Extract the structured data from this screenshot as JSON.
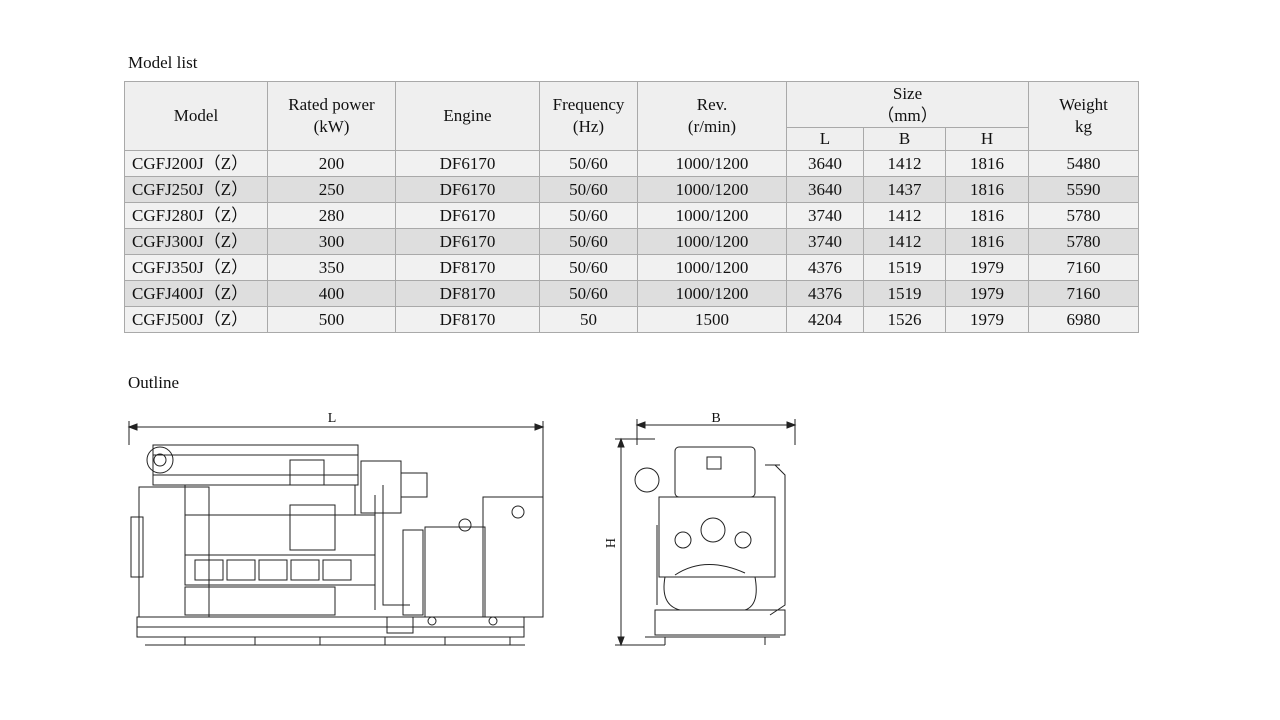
{
  "sections": {
    "model_list": "Model list",
    "outline": "Outline"
  },
  "table": {
    "headers": {
      "model": "Model",
      "rated_power": "Rated power",
      "rated_power_unit": "(kW)",
      "engine": "Engine",
      "frequency": "Frequency",
      "frequency_unit": "(Hz)",
      "rev": "Rev.",
      "rev_unit": "(r/min)",
      "size": "Size",
      "size_unit": "（mm）",
      "size_l": "L",
      "size_b": "B",
      "size_h": "H",
      "weight": "Weight",
      "weight_unit": "kg"
    },
    "rows": [
      {
        "model": "CGFJ200J（Z）",
        "power": "200",
        "engine": "DF6170",
        "freq": "50/60",
        "rev": "1000/1200",
        "l": "3640",
        "b": "1412",
        "h": "1816",
        "weight": "5480"
      },
      {
        "model": "CGFJ250J（Z）",
        "power": "250",
        "engine": "DF6170",
        "freq": "50/60",
        "rev": "1000/1200",
        "l": "3640",
        "b": "1437",
        "h": "1816",
        "weight": "5590"
      },
      {
        "model": "CGFJ280J（Z）",
        "power": "280",
        "engine": "DF6170",
        "freq": "50/60",
        "rev": "1000/1200",
        "l": "3740",
        "b": "1412",
        "h": "1816",
        "weight": "5780"
      },
      {
        "model": "CGFJ300J（Z）",
        "power": "300",
        "engine": "DF6170",
        "freq": "50/60",
        "rev": "1000/1200",
        "l": "3740",
        "b": "1412",
        "h": "1816",
        "weight": "5780"
      },
      {
        "model": "CGFJ350J（Z）",
        "power": "350",
        "engine": "DF8170",
        "freq": "50/60",
        "rev": "1000/1200",
        "l": "4376",
        "b": "1519",
        "h": "1979",
        "weight": "7160"
      },
      {
        "model": "CGFJ400J（Z）",
        "power": "400",
        "engine": "DF8170",
        "freq": "50/60",
        "rev": "1000/1200",
        "l": "4376",
        "b": "1519",
        "h": "1979",
        "weight": "7160"
      },
      {
        "model": "CGFJ500J（Z）",
        "power": "500",
        "engine": "DF8170",
        "freq": "50",
        "rev": "1500",
        "l": "4204",
        "b": "1526",
        "h": "1979",
        "weight": "6980"
      }
    ]
  },
  "outline": {
    "dim_l": "L",
    "dim_b": "B",
    "dim_h": "H"
  }
}
